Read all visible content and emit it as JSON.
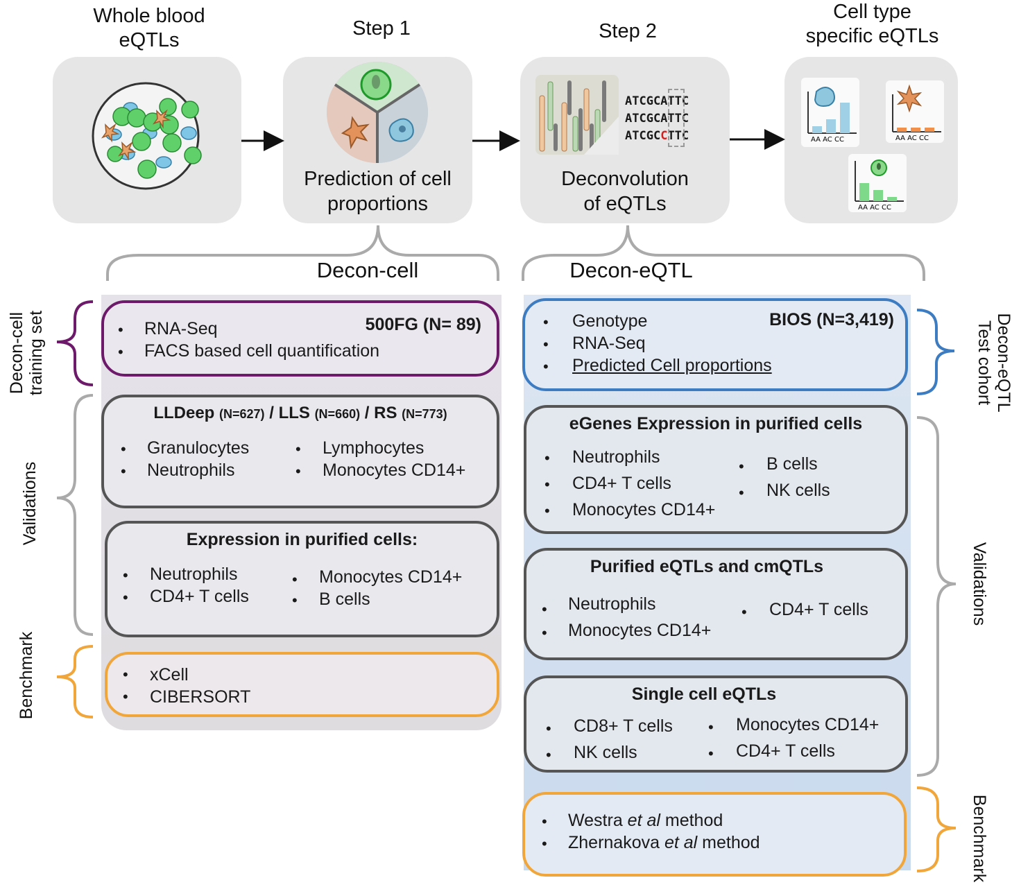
{
  "headers": {
    "whole_blood": [
      "Whole blood",
      "eQTLs"
    ],
    "step1": "Step 1",
    "step2": "Step 2",
    "cell_type": [
      "Cell type",
      "specific eQTLs"
    ]
  },
  "captions": {
    "step1": [
      "Prediction of cell",
      "proportions"
    ],
    "step2": [
      "Deconvolution",
      "of eQTLs"
    ]
  },
  "dna": [
    "ATCGCATTC",
    "ATCGCATTC",
    "ATCGCCTTC"
  ],
  "dna_highlight": "C",
  "genotype_axis": "AA AC CC",
  "groups": {
    "left": "Decon-cell",
    "right": "Decon-eQTL"
  },
  "side_labels": {
    "training": [
      "Decon-cell",
      "training set"
    ],
    "validations_left": "Validations",
    "benchmark_left": "Benchmark",
    "test_cohort": [
      "Decon-eQTL",
      "Test cohort"
    ],
    "validations_right": "Validations",
    "benchmark_right": "Benchmark"
  },
  "left_boxes": {
    "training": {
      "title": "500FG (N= 89)",
      "items": [
        "RNA-Seq",
        "FACS based cell quantification"
      ]
    },
    "cohorts": {
      "t1": "LLDeep",
      "n1": "(N=627)",
      "sep1": "/",
      "t2": "LLS",
      "n2": "(N=660)",
      "sep2": "/",
      "t3": "RS",
      "n3": "(N=773)",
      "col1": [
        "Granulocytes",
        "Neutrophils"
      ],
      "col2": [
        "Lymphocytes",
        "Monocytes CD14+"
      ]
    },
    "purified": {
      "title": "Expression in purified cells:",
      "col1": [
        "Neutrophils",
        "CD4+ T cells"
      ],
      "col2": [
        "Monocytes CD14+",
        "B cells"
      ]
    },
    "benchmark": {
      "items": [
        "xCell",
        "CIBERSORT"
      ]
    }
  },
  "right_boxes": {
    "bios": {
      "title": "BIOS (N=3,419)",
      "items": [
        "Genotype",
        "RNA-Seq",
        "Predicted Cell proportions"
      ]
    },
    "egenes": {
      "title": "eGenes Expression in purified cells",
      "col1": [
        "Neutrophils",
        "CD4+ T cells",
        "Monocytes CD14+"
      ],
      "col2": [
        "B cells",
        "NK cells"
      ]
    },
    "purified_eqtl": {
      "title": "Purified eQTLs and cmQTLs",
      "col1": [
        "Neutrophils",
        "Monocytes CD14+"
      ],
      "col2": [
        "CD4+ T cells"
      ]
    },
    "single_cell": {
      "title": "Single cell eQTLs",
      "col1": [
        "CD8+ T cells",
        "NK cells"
      ],
      "col2": [
        "Monocytes CD14+",
        "CD4+ T cells"
      ]
    },
    "benchmark": {
      "items": [
        {
          "pre": "Westra ",
          "it": "et al",
          "post": " method"
        },
        {
          "pre": "Zhernakova ",
          "it": "et al",
          "post": " method"
        }
      ]
    }
  },
  "bullet": "•",
  "colors": {
    "purple": "#6e1a6b",
    "blue": "#3d7cc0",
    "orange": "#f0a63a",
    "grey": "#555555",
    "red": "#d22020"
  }
}
